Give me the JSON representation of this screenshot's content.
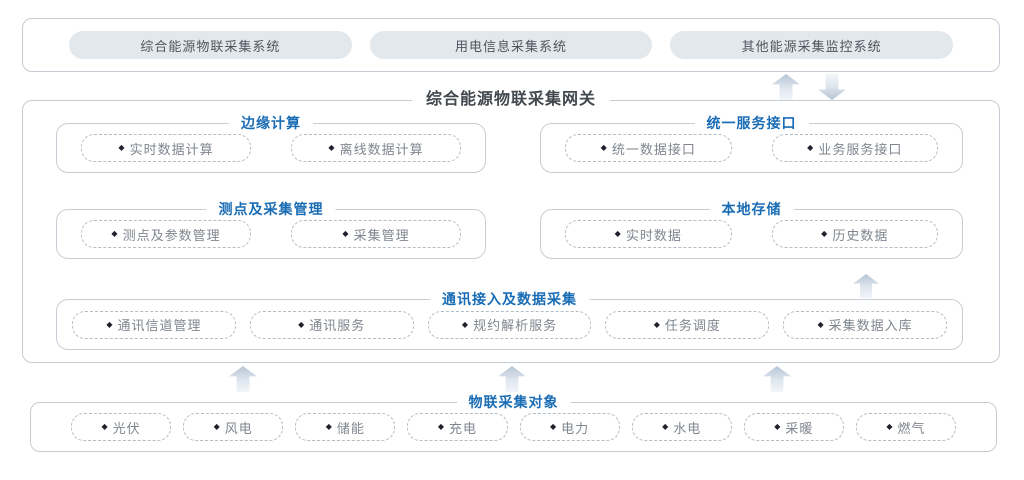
{
  "colors": {
    "accent_blue": "#1a6db5",
    "title_dark": "#42484e",
    "solid_border": "#c6ccd3",
    "dashed_border": "#b4bcc4",
    "pill_fill": "#e3e8ec",
    "pill_text": "#7f868e",
    "bullet": "#20202c",
    "arrow_dark": "#b7c5d7",
    "arrow_light": "#f2f5f9"
  },
  "bullet": "◆",
  "icons": {
    "up_arrow": "up-arrow",
    "down_arrow": "down-arrow"
  },
  "top_systems": {
    "items": [
      "综合能源物联采集系统",
      "用电信息采集系统",
      "其他能源采集监控系统"
    ]
  },
  "gateway": {
    "title": "综合能源物联采集网关",
    "sections": [
      {
        "title": "边缘计算",
        "items": [
          "实时数据计算",
          "离线数据计算"
        ]
      },
      {
        "title": "统一服务接口",
        "items": [
          "统一数据接口",
          "业务服务接口"
        ]
      },
      {
        "title": "测点及采集管理",
        "items": [
          "测点及参数管理",
          "采集管理"
        ]
      },
      {
        "title": "本地存储",
        "items": [
          "实时数据",
          "历史数据"
        ]
      },
      {
        "title": "通讯接入及数据采集",
        "items": [
          "通讯信道管理",
          "通讯服务",
          "规约解析服务",
          "任务调度",
          "采集数据入库"
        ]
      }
    ]
  },
  "objects": {
    "title": "物联采集对象",
    "items": [
      "光伏",
      "风电",
      "储能",
      "充电",
      "电力",
      "水电",
      "采暖",
      "燃气"
    ]
  }
}
